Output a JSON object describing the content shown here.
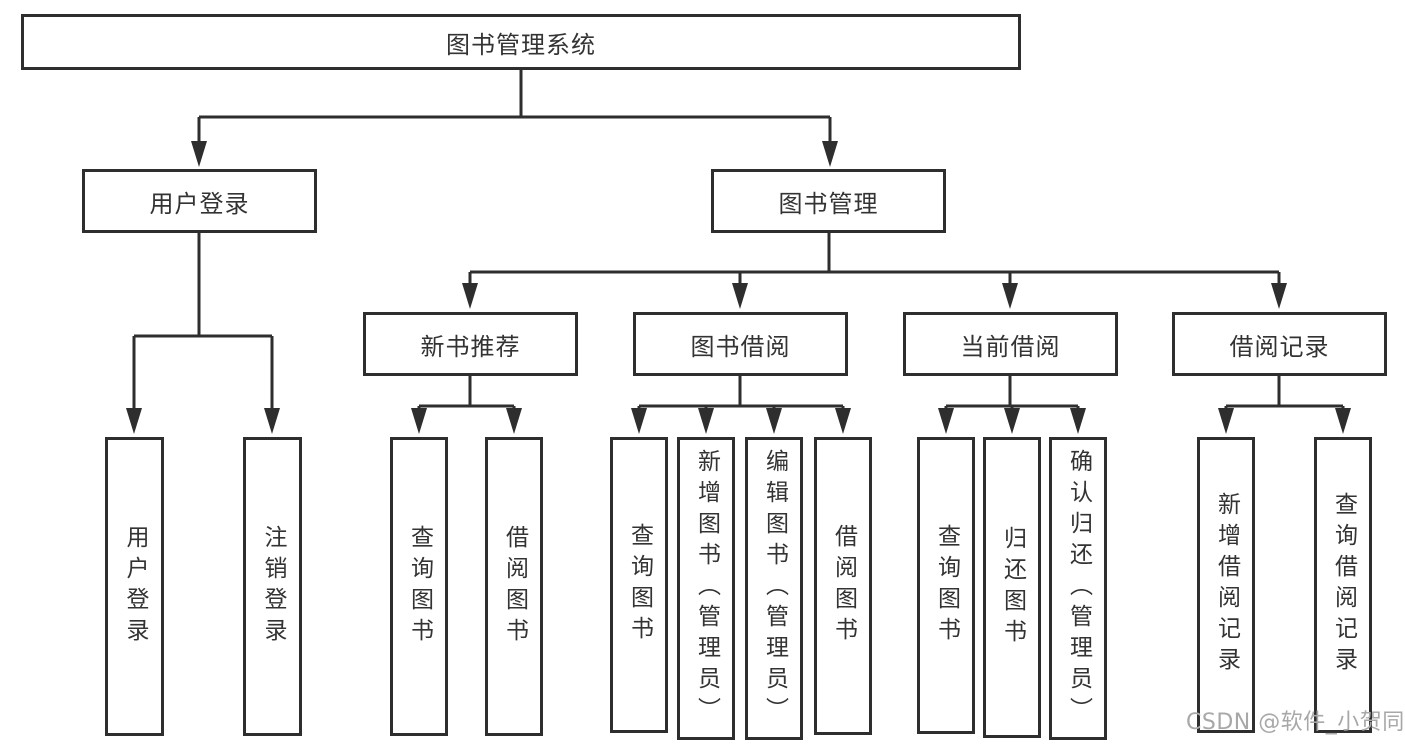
{
  "tree": {
    "root": "图书管理系统",
    "branches": [
      {
        "label": "用户登录",
        "children": [
          "用户登录",
          "注销登录"
        ]
      },
      {
        "label": "图书管理",
        "sections": [
          {
            "label": "新书推荐",
            "children": [
              "查询图书",
              "借阅图书"
            ]
          },
          {
            "label": "图书借阅",
            "children": [
              "查询图书",
              "新增图书（管理员）",
              "编辑图书（管理员）",
              "借阅图书"
            ]
          },
          {
            "label": "当前借阅",
            "children": [
              "查询图书",
              "归还图书",
              "确认归还（管理员）"
            ]
          },
          {
            "label": "借阅记录",
            "children": [
              "新增借阅记录",
              "查询借阅记录"
            ]
          }
        ]
      }
    ]
  },
  "watermark": {
    "text": "CSDN @软件_小贺同学"
  },
  "colors": {
    "line": "#2e2e2e",
    "box_border": "#2e2e2e",
    "text": "#333333",
    "background": "#ffffff",
    "watermark": "#a8a8a8"
  }
}
